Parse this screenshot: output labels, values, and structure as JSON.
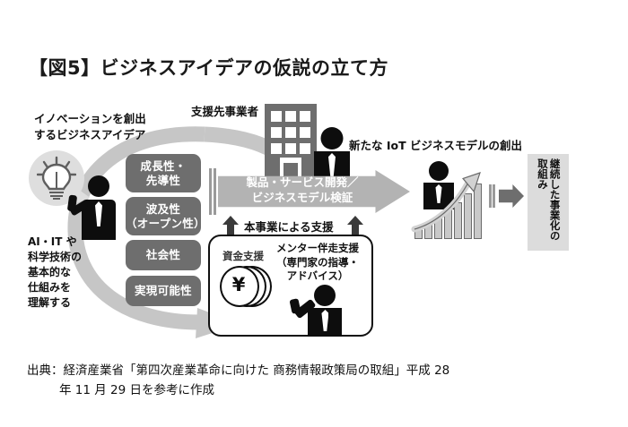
{
  "figure": {
    "title": "【図5】ビジネスアイデアの仮説の立て方"
  },
  "left": {
    "innovation_label": "イノベーションを創出\nするビジネスアイデア",
    "understand_label": "AI・IT や\n科学技術の\n基本的な\n仕組みを\n理解する",
    "bulb_icon": "lightbulb-icon",
    "person_icon": "person-icon",
    "criteria": [
      {
        "label": "成長性・\n先導性"
      },
      {
        "label": "波及性\n（オープン性）"
      },
      {
        "label": "社会性"
      },
      {
        "label": "実現可能性"
      }
    ],
    "cycle_arrow_icon": "circular-arrow-icon"
  },
  "center": {
    "target_business_label": "支援先事業者",
    "building_icon": "office-building-icon",
    "business_person_icon": "business-person-icon",
    "band_label": "製品・サービス開発／\nビジネスモデル検証",
    "band_arrow_icon": "right-arrow-icon",
    "support_caption": "本事業による支援",
    "up_arrow_icon": "up-arrow-icon",
    "funding_label": "資金支援",
    "coin_icon": "yen-coin-icon",
    "yen_symbol": "¥",
    "mentor_label": "メンター伴走支援\n（専門家の指導・\nアドバイス）",
    "mentor_person_icon": "mentor-person-icon"
  },
  "right": {
    "iot_label": "新たな IoT ビジネスモデルの創出",
    "person_icon": "business-person-icon",
    "growth_chart_icon": "growth-bar-chart-icon",
    "growth_arrow_icon": "curved-growth-arrow-icon",
    "transition_arrow_icon": "right-arrow-icon",
    "outcome_label": "継続した事業化の取組み"
  },
  "footer": {
    "source_line1": "出典：経済産業省「第四次産業革命に向けた 商務情報政策局の取組」平成 28",
    "source_line2": "年 11 月 29 日を参考に作成"
  },
  "colors": {
    "criteria_box": "#6e6e6e",
    "band": "#b3b3b3",
    "building": "#6e6e6e",
    "panel": "#dcdcdc",
    "figure_black": "#0d0d0d",
    "text": "#111111"
  }
}
